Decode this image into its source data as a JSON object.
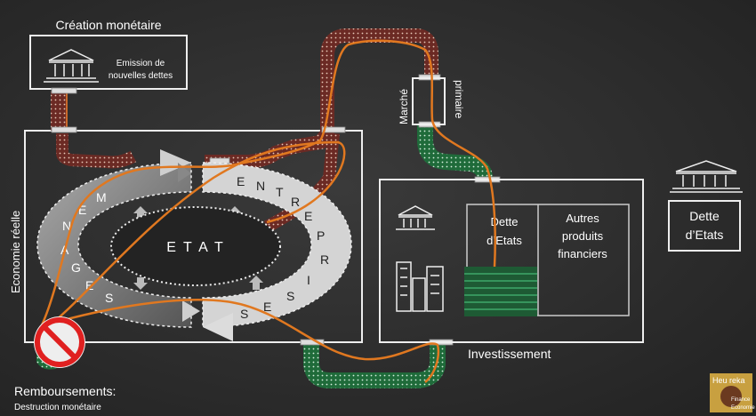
{
  "creation": {
    "title": "Création monétaire",
    "emission_line1": "Emission de",
    "emission_line2": "nouvelles dettes"
  },
  "marche": {
    "line1": "Marché",
    "line2": "primaire"
  },
  "economie": {
    "label": "Economie réelle"
  },
  "etat": {
    "label": "E T A T"
  },
  "menages_letters": [
    "M",
    "E",
    "N",
    "A",
    "G",
    "E",
    "S"
  ],
  "entreprises_letters": [
    "E",
    "N",
    "T",
    "R",
    "E",
    "P",
    "R",
    "I",
    "S",
    "E",
    "S"
  ],
  "investissement": {
    "label": "Investissement",
    "dette_line1": "Dette",
    "dette_line2": "d’Etats",
    "autres_line1": "Autres",
    "autres_line2": "produits",
    "autres_line3": "financiers"
  },
  "right_box": {
    "line1": "Dette",
    "line2": "d’Etats"
  },
  "remboursements": {
    "title": "Remboursements:",
    "subtitle": "Destruction monétaire"
  },
  "logo": {
    "line1": "Heu",
    "line2": "reka",
    "sub1": "Finance",
    "sub2": "Economie"
  },
  "colors": {
    "brown": "#6b2a24",
    "green": "#1f6b3a",
    "orange": "#e07820",
    "red": "#e02020"
  }
}
